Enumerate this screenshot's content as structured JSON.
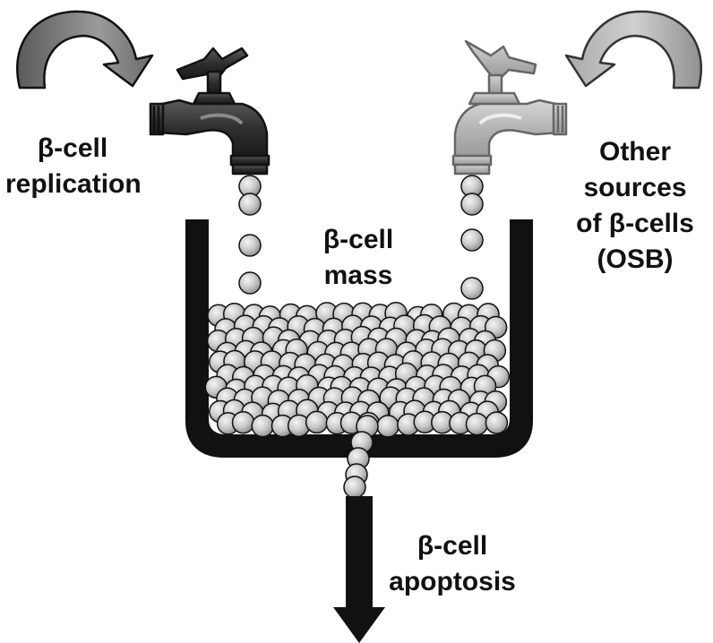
{
  "labels": {
    "replication": {
      "line1": "β-cell",
      "line2": "replication"
    },
    "osb": {
      "line1": "Other",
      "line2": "sources",
      "line3": "of β-cells",
      "line4": "(OSB)"
    },
    "mass": {
      "line1": "β-cell",
      "line2": "mass"
    },
    "apoptosis": {
      "line1": "β-cell",
      "line2": "apoptosis"
    }
  },
  "colors": {
    "outline": "#111111",
    "faucet_left": "#2e2e2e",
    "faucet_right": "#b4b4b4",
    "arrow_left": "#6a6a6a",
    "arrow_right": "#a8a8a8",
    "ball_light": "#f4f4f4",
    "ball_dark": "#8a8a8a"
  },
  "icons": {
    "left_arrow": "curved-arrow-icon",
    "right_arrow": "curved-arrow-icon",
    "left_faucet": "faucet-icon",
    "right_faucet": "faucet-icon",
    "down_arrow": "down-arrow-icon"
  }
}
